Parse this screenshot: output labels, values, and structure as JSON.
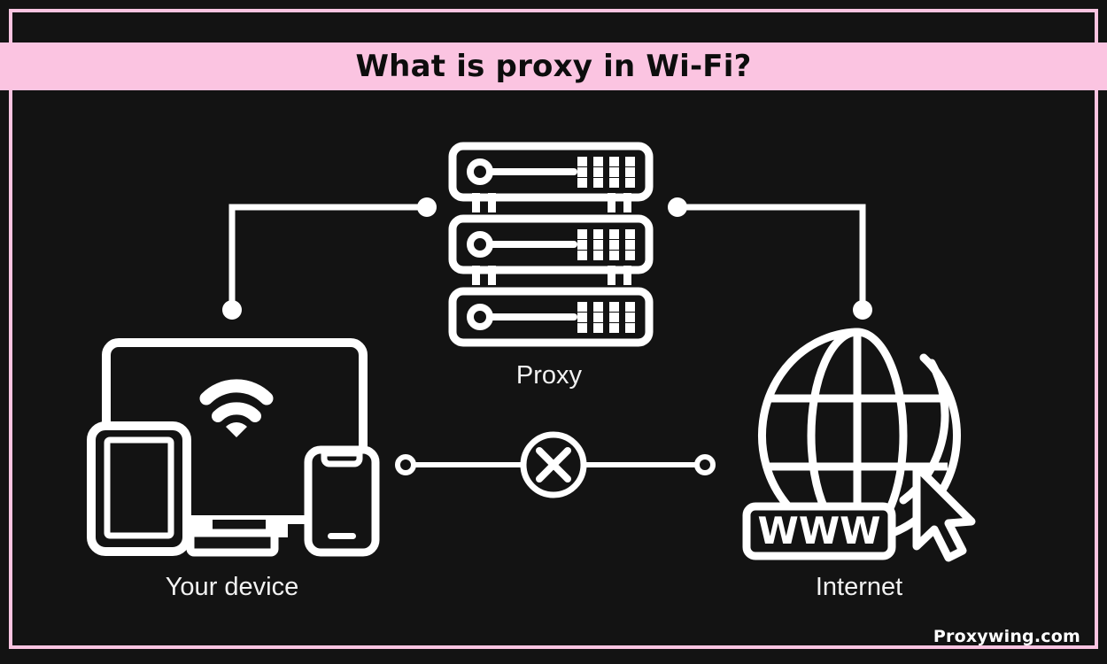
{
  "page": {
    "title": "What is proxy in Wi-Fi?",
    "watermark": "Proxywing.com",
    "background_color": "#131313",
    "accent_color": "#fbc4e1",
    "stroke_color": "#ffffff"
  },
  "diagram": {
    "nodes": [
      {
        "id": "device",
        "label": "Your device",
        "icon": "devices-wifi-icon"
      },
      {
        "id": "proxy",
        "label": "Proxy",
        "icon": "server-rack-icon"
      },
      {
        "id": "internet",
        "label": "Internet",
        "icon": "globe-www-icon"
      }
    ],
    "connections": [
      {
        "id": "device-to-proxy",
        "from": "device",
        "to": "proxy",
        "state": "allowed",
        "marker": "dot"
      },
      {
        "id": "proxy-to-internet",
        "from": "proxy",
        "to": "internet",
        "state": "allowed",
        "marker": "dot"
      },
      {
        "id": "device-to-internet-direct",
        "from": "device",
        "to": "internet",
        "state": "blocked",
        "marker": "x-circle"
      }
    ],
    "globe_badge": "WWW"
  }
}
